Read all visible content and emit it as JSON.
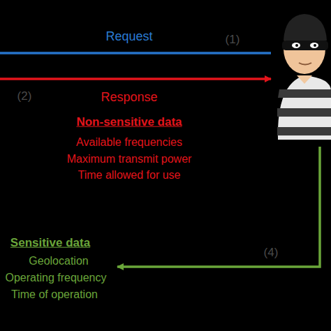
{
  "diagram": {
    "labels": [
      "Request",
      "(1)",
      "(2)",
      "Response",
      "Non-sensitive data",
      "Available frequencies",
      "Maximum transmit power",
      "Time allowed for use",
      "(4)",
      "Sensitive data",
      "Geolocation",
      "Operating frequency",
      "Time of operation"
    ]
  }
}
